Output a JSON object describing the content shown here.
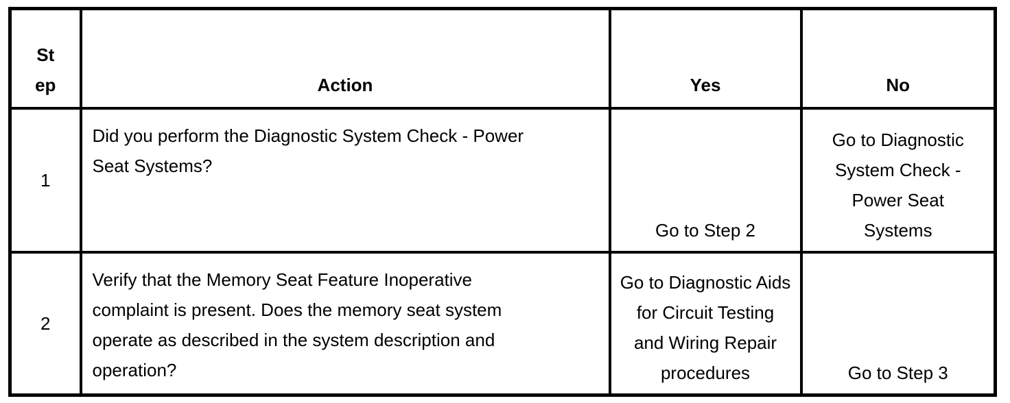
{
  "colors": {
    "border": "#000000",
    "text": "#000000",
    "background": "#ffffff"
  },
  "table": {
    "headers": {
      "step": "St\nep",
      "action": "Action",
      "yes": "Yes",
      "no": "No"
    },
    "rows": [
      {
        "step": "1",
        "action": "Did you perform the Diagnostic System Check - Power\nSeat Systems?",
        "yes": "Go to Step 2",
        "no": "Go to Diagnostic\nSystem Check -\nPower Seat\nSystems"
      },
      {
        "step": "2",
        "action": "Verify that the Memory Seat Feature Inoperative\ncomplaint is present. Does the memory seat system\noperate as described in the system description and\noperation?",
        "yes": "Go to Diagnostic Aids\nfor Circuit Testing\nand Wiring Repair\nprocedures",
        "no": "Go to Step 3"
      }
    ]
  }
}
